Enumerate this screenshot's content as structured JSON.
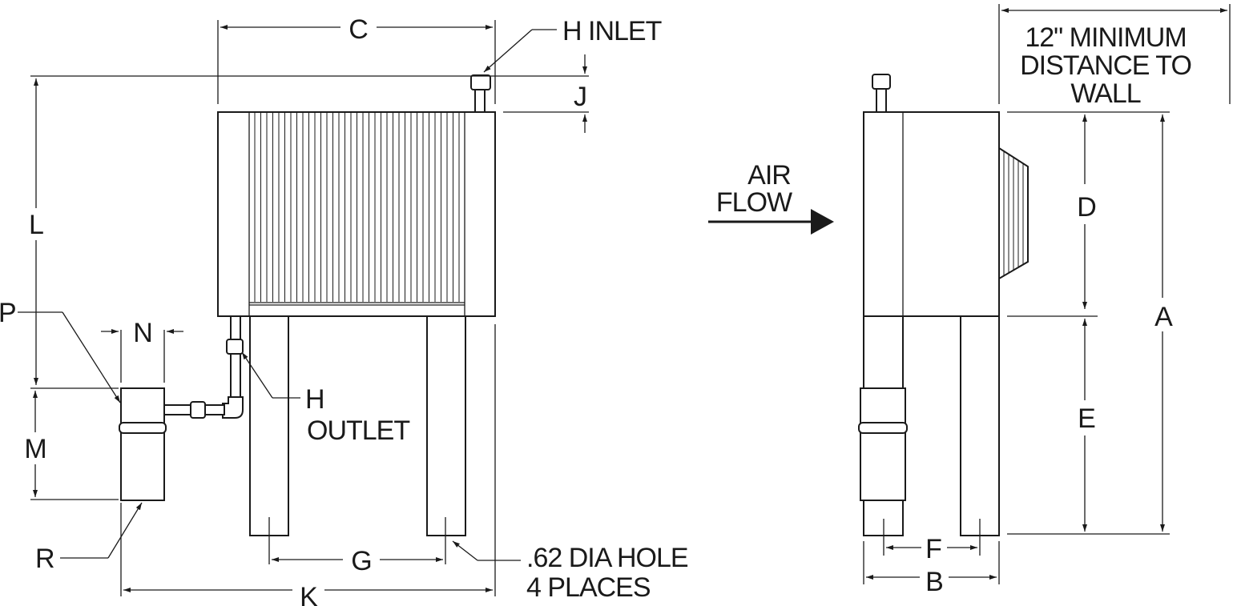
{
  "front_view": {
    "dim_c": "C",
    "h_inlet": "H INLET",
    "dim_j": "J",
    "dim_l": "L",
    "dim_p": "P",
    "dim_n": "N",
    "h_outlet_line1": "H",
    "h_outlet_line2": "OUTLET",
    "dim_m": "M",
    "dim_r": "R",
    "dim_g": "G",
    "dim_k": "K",
    "hole_note_line1": ".62 DIA HOLE",
    "hole_note_line2": "4 PLACES"
  },
  "airflow": {
    "line1": "AIR",
    "line2": "FLOW"
  },
  "side_view": {
    "wall_line1": "12\" MINIMUM",
    "wall_line2": "DISTANCE TO",
    "wall_line3": "WALL",
    "dim_d": "D",
    "dim_a": "A",
    "dim_e": "E",
    "dim_f": "F",
    "dim_b": "B"
  }
}
